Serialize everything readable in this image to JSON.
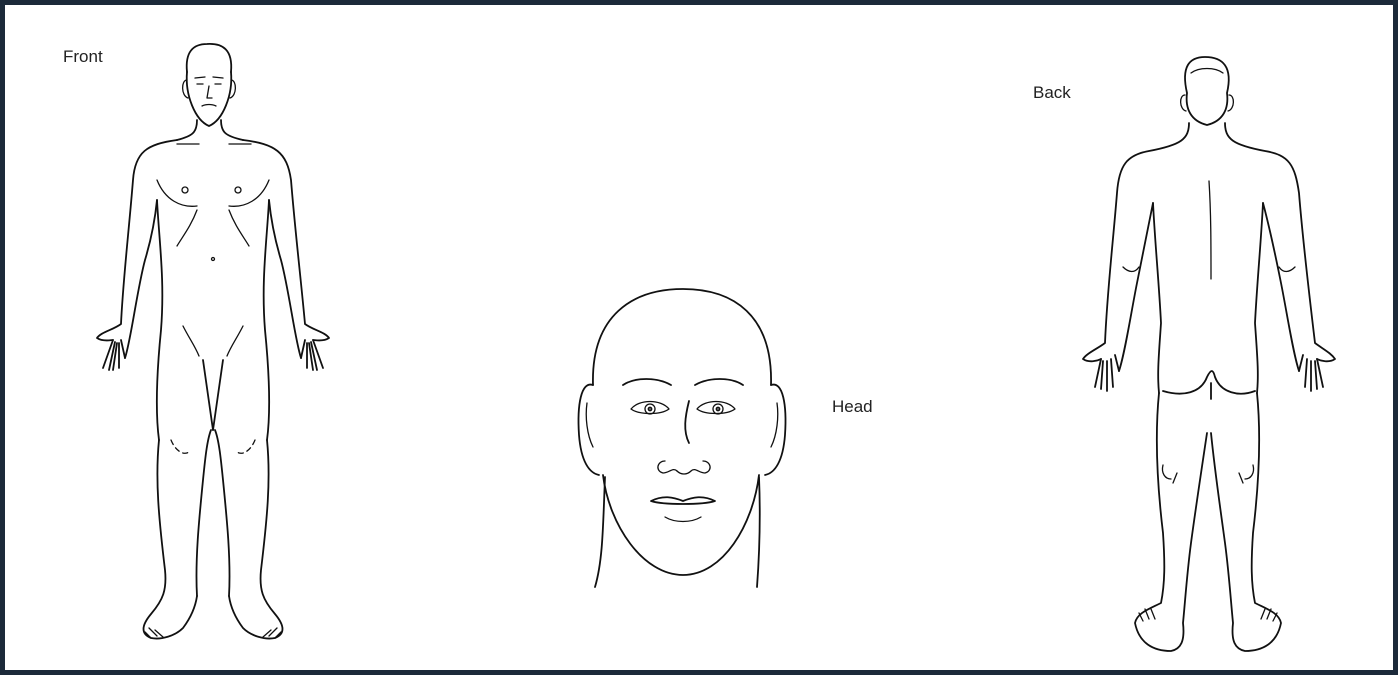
{
  "labels": {
    "front": "Front",
    "back": "Back",
    "head": "Head"
  },
  "colors": {
    "frame_border": "#1c2a3a",
    "line": "#111111",
    "background": "#ffffff"
  }
}
